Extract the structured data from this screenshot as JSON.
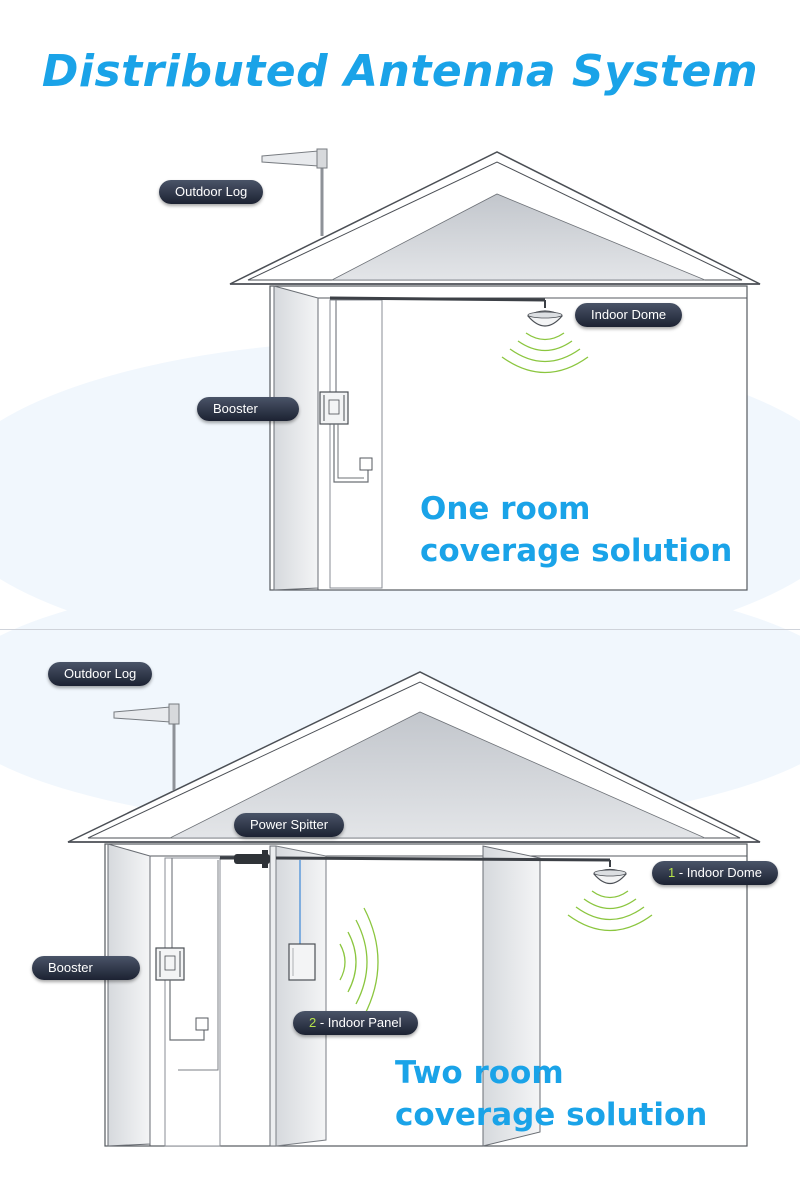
{
  "title": "Distributed Antenna System",
  "top_scene": {
    "labels": {
      "outdoor": "Outdoor Log",
      "dome": "Indoor Dome",
      "booster": "Booster"
    },
    "caption_line1": "One room",
    "caption_line2": "coverage solution"
  },
  "bottom_scene": {
    "labels": {
      "outdoor": "Outdoor Log",
      "splitter": "Power Spitter",
      "dome_num": "1",
      "dome": " - Indoor Dome",
      "booster": "Booster",
      "panel_num": "2",
      "panel": " - Indoor Panel"
    },
    "caption_line1": "Two room",
    "caption_line2": "coverage solution"
  },
  "colors": {
    "title": "#1aa3e8",
    "signal": "#8bc63f",
    "tag_bg": "#2a3142",
    "watermark": "#eef5fd"
  }
}
